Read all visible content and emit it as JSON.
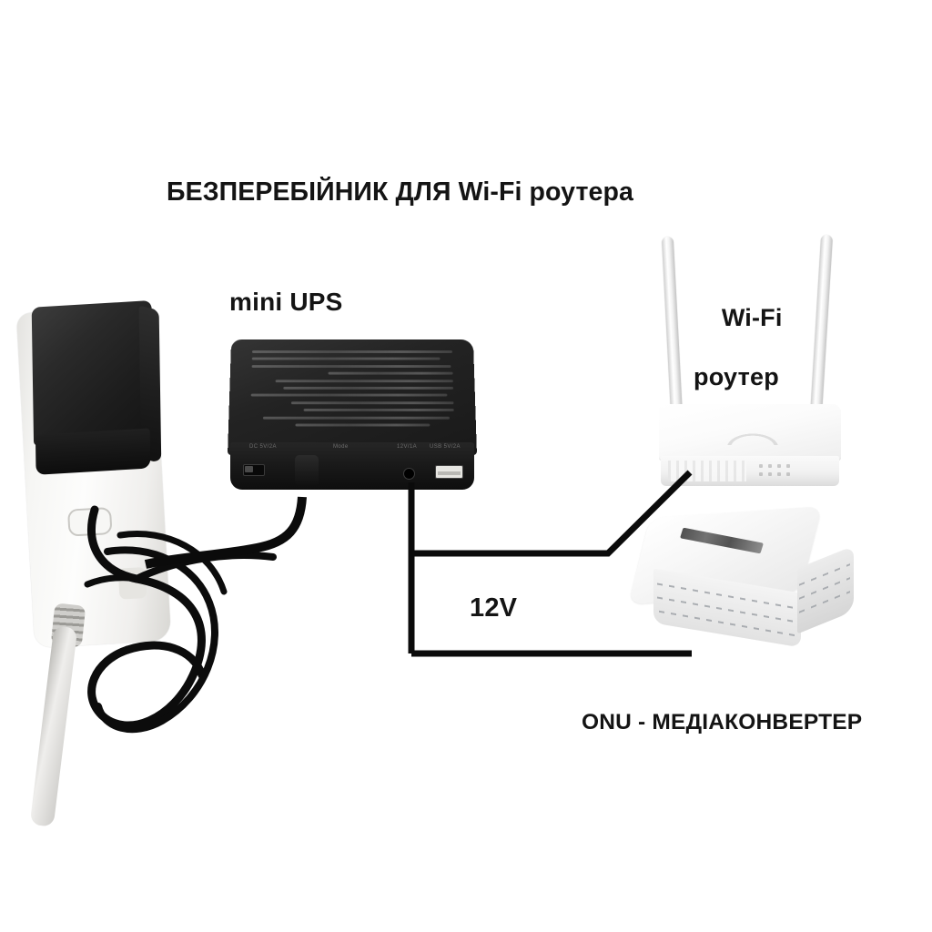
{
  "diagram": {
    "title": "БЕЗПЕРЕБІЙНИК ДЛЯ Wi-Fi роутера",
    "background_color": "#ffffff",
    "line_color": "#0b0b0b"
  },
  "labels": {
    "ups": "mini UPS",
    "router_line1": "Wi-Fi",
    "router_line2": "роутер",
    "voltage": "12V",
    "onu": "ONU - МЕДІАКОНВЕРТЕР"
  },
  "devices": {
    "power_strip": {
      "name": "power-strip",
      "color": "#f6f6f4"
    },
    "ac_adapter": {
      "name": "ac-power-adapter",
      "color": "#1d1d1d"
    },
    "mini_ups": {
      "name": "mini-ups",
      "color": "#1a1a1a",
      "port_labels": [
        "DC 5V/2A",
        "Mode",
        "12V/1A",
        "USB 5V/2A"
      ]
    },
    "wifi_router": {
      "name": "wifi-router",
      "color": "#fbfbfb",
      "antennas": 2
    },
    "onu": {
      "name": "onu-media-converter",
      "color": "#f2f2f2"
    }
  },
  "connections": [
    {
      "from": "mini-ups",
      "to": "wifi-router",
      "voltage": "12V"
    },
    {
      "from": "mini-ups",
      "to": "onu-media-converter",
      "voltage": "12V"
    }
  ]
}
